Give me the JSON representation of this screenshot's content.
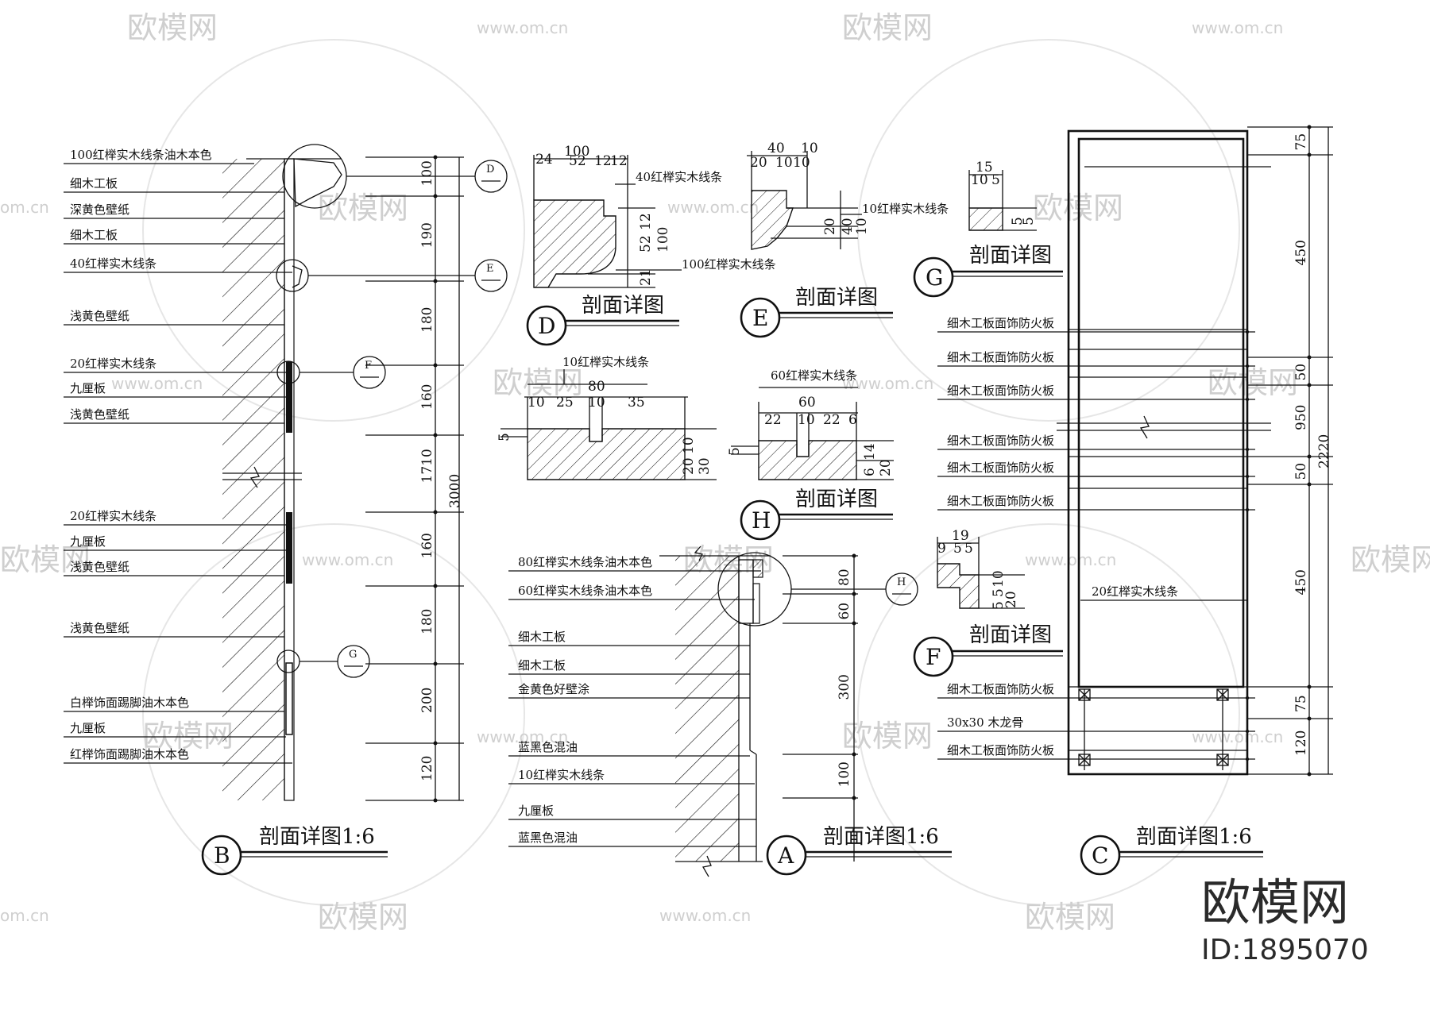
{
  "watermark": {
    "logo": "欧模网",
    "site": "www.om.cn",
    "site_short": "om.cn",
    "brand": "欧模网",
    "id": "ID:1895070"
  },
  "title_detail": "剖面详图",
  "title_B": "剖面详图1:6",
  "title_A": "剖面详图1:6",
  "title_C": "剖面详图1:6",
  "tags": {
    "A": "A",
    "B": "B",
    "C": "C",
    "D": "D",
    "E": "E",
    "F": "F",
    "G": "G",
    "H": "H"
  },
  "sectionB": {
    "labels": [
      "100红榉实木线条油木本色",
      "细木工板",
      "深黄色壁纸",
      "细木工板",
      "40红榉实木线条",
      "浅黄色壁纸",
      "20红榉实木线条",
      "九厘板",
      "浅黄色壁纸",
      "20红榉实木线条",
      "九厘板",
      "浅黄色壁纸",
      "浅黄色壁纸",
      "白榉饰面踢脚油木本色",
      "九厘板",
      "红榉饰面踢脚油木本色"
    ],
    "dims": [
      "100",
      "190",
      "180",
      "160",
      "1710",
      "160",
      "180",
      "200",
      "120"
    ],
    "total": "3000"
  },
  "detailD": {
    "top": [
      "100",
      "24",
      "52",
      "12",
      "12"
    ],
    "right": [
      "12",
      "52",
      "100",
      "21"
    ],
    "notes": [
      "40红榉实木线条",
      "100红榉实木线条"
    ]
  },
  "detailE": {
    "top": [
      "40",
      "10",
      "20",
      "10",
      "10"
    ],
    "right": [
      "20",
      "40",
      "10"
    ],
    "notes": [
      "10红榉实木线条"
    ]
  },
  "detailG": {
    "top": [
      "15",
      "10",
      "5"
    ],
    "right": [
      "5",
      "5"
    ],
    "notes": [
      "剖面详图"
    ]
  },
  "detailF": {
    "top": [
      "19",
      "9",
      "5",
      "5"
    ],
    "right": [
      "10",
      "5",
      "20",
      "5"
    ],
    "notes": [
      "20红榉实木线条"
    ]
  },
  "detailSmall1": {
    "note": "10红榉实木线条",
    "top": [
      "80",
      "10",
      "25",
      "10",
      "35"
    ],
    "left": [
      "5"
    ],
    "right": [
      "10",
      "20",
      "30"
    ]
  },
  "detailH": {
    "note": "60红榉实木线条",
    "top": [
      "60",
      "22",
      "10",
      "22",
      "6"
    ],
    "left": [
      "5"
    ],
    "right": [
      "14",
      "6",
      "20"
    ]
  },
  "sectionA": {
    "labels": [
      "80红榉实木线条油木本色",
      "60红榉实木线条油木本色",
      "细木工板",
      "细木工板",
      "金黄色好壁涂",
      "蓝黑色混油",
      "10红榉实木线条",
      "九厘板",
      "蓝黑色混油"
    ],
    "dims": [
      "80",
      "60",
      "300",
      "100"
    ]
  },
  "sectionC": {
    "labels": [
      "细木工板面饰防火板",
      "细木工板面饰防火板",
      "细木工板面饰防火板",
      "细木工板面饰防火板",
      "细木工板面饰防火板",
      "细木工板面饰防火板",
      "细木工板面饰防火板",
      "30x30 木龙骨",
      "细木工板面饰防火板"
    ],
    "mid_note": "20红榉实木线条",
    "dims": [
      "75",
      "450",
      "50",
      "950",
      "50",
      "450",
      "75",
      "120"
    ],
    "total": "2220"
  }
}
